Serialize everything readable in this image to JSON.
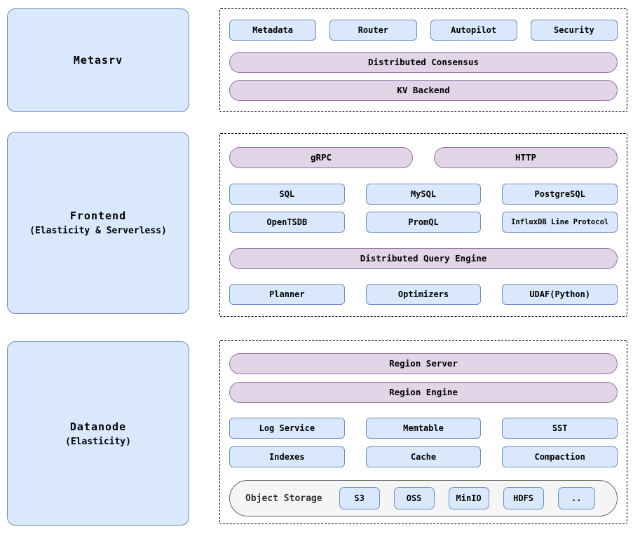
{
  "left_panels": [
    {
      "title": "Metasrv",
      "subtitle": ""
    },
    {
      "title": "Frontend",
      "subtitle": "(Elasticity &amp; Serverless)"
    },
    {
      "title": "Datanode",
      "subtitle": "(Elasticity)"
    }
  ],
  "metasrv": {
    "modules": [
      "Metadata",
      "Router",
      "Autopilot",
      "Security"
    ],
    "consensus_pill": "Distributed Consensus",
    "kv_pill": "KV Backend"
  },
  "frontend": {
    "protocol_pills": [
      "gRPC",
      "HTTP"
    ],
    "protocols_row1": [
      "SQL",
      "MySQL",
      "PostgreSQL"
    ],
    "protocols_row2": [
      "OpenTSDB",
      "PromQL",
      "InfluxDB Line Protocol"
    ],
    "engine_pill": "Distributed Query Engine",
    "engine_modules": [
      "Planner",
      "Optimizers",
      "UDAF(Python)"
    ]
  },
  "datanode": {
    "region_pills": [
      "Region Server",
      "Region Engine"
    ],
    "modules_row1": [
      "Log Service",
      "Memtable",
      "SST"
    ],
    "modules_row2": [
      "Indexes",
      "Cache",
      "Compaction"
    ],
    "object_storage": {
      "label": "Object Storage",
      "backends": [
        "S3",
        "OSS",
        "MinIO",
        "HDFS",
        ".."
      ]
    }
  },
  "colors": {
    "blue_fill": "#dae8fc",
    "blue_border": "#6c8ebf",
    "purple_fill": "#e1d5e7",
    "purple_border": "#9673a6",
    "gray_fill": "#f5f5f5",
    "gray_border": "#666666"
  }
}
